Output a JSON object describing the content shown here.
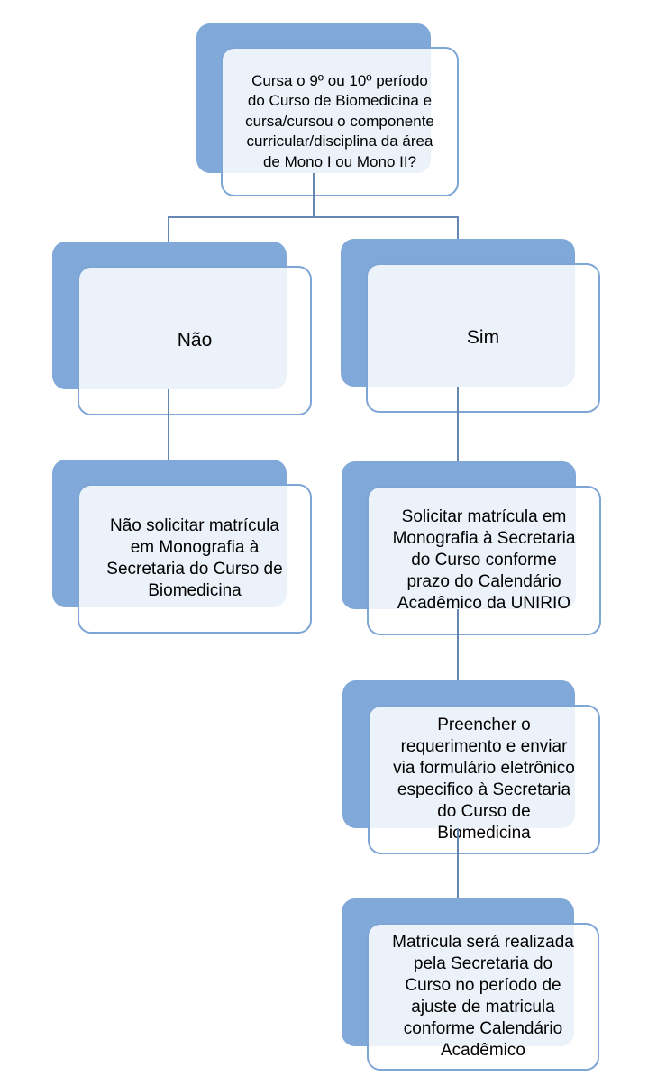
{
  "theme": {
    "background": "#ffffff",
    "shape_fill": "#80a9d9",
    "shape_border": "#7da5d6",
    "overlay_tint": "#edf2f9",
    "connector": "#6687b2",
    "text_color": "#000000"
  },
  "flowchart": {
    "type": "decision-flowchart",
    "language": "pt-BR",
    "nodes": [
      {
        "id": "question",
        "role": "decision",
        "text": "Cursa o 9º ou 10º período\ndo Curso de Biomedicina e\ncursa/cursou o componente\ncurricular/disciplina da área\nde Mono I ou Mono II?"
      },
      {
        "id": "no",
        "role": "branch",
        "text": "Não"
      },
      {
        "id": "yes",
        "role": "branch",
        "text": "Sim"
      },
      {
        "id": "no-outcome",
        "role": "outcome",
        "text": "Não solicitar matrícula\nem Monografia à\nSecretaria do Curso de\nBiomedicina"
      },
      {
        "id": "yes-step-1",
        "role": "step",
        "text": "Solicitar matrícula em\nMonografia à Secretaria\ndo Curso conforme\nprazo do Calendário\nAcadêmico da UNIRIO"
      },
      {
        "id": "yes-step-2",
        "role": "step",
        "text": "Preencher o\nrequerimento e enviar\nvia formulário eletrônico\nespecifico à Secretaria\ndo Curso de\nBiomedicina"
      },
      {
        "id": "yes-step-3",
        "role": "step",
        "text": "Matricula será realizada\npela Secretaria do\nCurso no período de\najuste de matricula\nconforme Calendário\nAcadêmico"
      }
    ],
    "edges": [
      {
        "from": "question",
        "to": "no"
      },
      {
        "from": "question",
        "to": "yes"
      },
      {
        "from": "no",
        "to": "no-outcome"
      },
      {
        "from": "yes",
        "to": "yes-step-1"
      },
      {
        "from": "yes-step-1",
        "to": "yes-step-2"
      },
      {
        "from": "yes-step-2",
        "to": "yes-step-3"
      }
    ]
  }
}
